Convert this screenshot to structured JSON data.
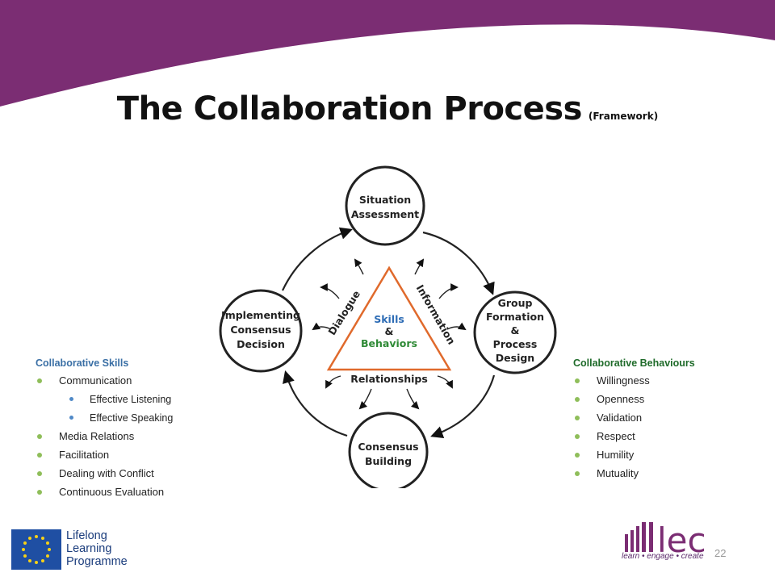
{
  "slide": {
    "title": "The Collaboration Process",
    "subtitle": "(Framework)",
    "page_number": "22",
    "colors": {
      "banner": "#7b2d73",
      "title": "#111111",
      "skills_heading": "#3a6fa5",
      "behaviours_heading": "#1f6b2a",
      "bullet": "#8fbe5a",
      "sub_bullet": "#4f89c7",
      "triangle": "#e06a2c",
      "triangle_center_skills": "#2d6cb5",
      "triangle_center_behaviors": "#2f8a36"
    }
  },
  "diagram": {
    "nodes": {
      "top": [
        "Situation",
        "Assessment"
      ],
      "right": [
        "Group",
        "Formation",
        "&",
        "Process",
        "Design"
      ],
      "bottom": [
        "Consensus",
        "Building"
      ],
      "left": [
        "Implementing",
        "Consensus",
        "Decision"
      ]
    },
    "triangle": {
      "left_side": "Dialogue",
      "right_side": "Information",
      "bottom_side": "Relationships",
      "center": [
        "Skills",
        "&",
        "Behaviors"
      ]
    }
  },
  "skills": {
    "heading": "Collaborative Skills",
    "items": [
      {
        "label": "Communication",
        "level": 1
      },
      {
        "label": "Effective Listening",
        "level": 2
      },
      {
        "label": "Effective Speaking",
        "level": 2
      },
      {
        "label": "Media Relations",
        "level": 1
      },
      {
        "label": "Facilitation",
        "level": 1
      },
      {
        "label": "Dealing with Conflict",
        "level": 1
      },
      {
        "label": "Continuous  Evaluation",
        "level": 1
      }
    ]
  },
  "behaviours": {
    "heading": "Collaborative Behaviours",
    "items": [
      "Willingness",
      "Openness",
      "Validation",
      "Respect",
      "Humility",
      "Mutuality"
    ]
  },
  "footer": {
    "programme": [
      "Lifelong",
      "Learning",
      "Programme"
    ],
    "lec_logo": "lec",
    "lec_tagline": "learn • engage • create"
  }
}
